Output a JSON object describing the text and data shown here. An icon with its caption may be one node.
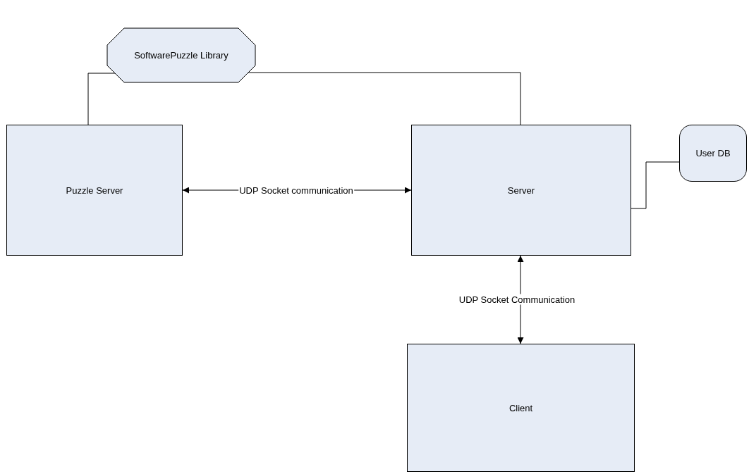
{
  "diagram": {
    "nodes": [
      {
        "text": [
          "SoftwarePuzzle Library"
        ]
      },
      {
        "text": [
          "Puzzle Server"
        ]
      },
      {
        "text": [
          "Server"
        ]
      },
      {
        "text": [
          "User DB"
        ]
      },
      {
        "text": [
          "Client"
        ]
      }
    ],
    "edges": [
      {
        "from": 0,
        "to": 1,
        "arrow": "none"
      },
      {
        "from": 0,
        "to": 2,
        "arrow": "none"
      },
      {
        "from": 1,
        "to": 2,
        "arrow": "both",
        "label": "UDP Socket communication"
      },
      {
        "from": 2,
        "to": 3,
        "arrow": "none"
      },
      {
        "from": 2,
        "to": 4,
        "arrow": "both",
        "label": "UDP Socket Communication"
      }
    ]
  }
}
